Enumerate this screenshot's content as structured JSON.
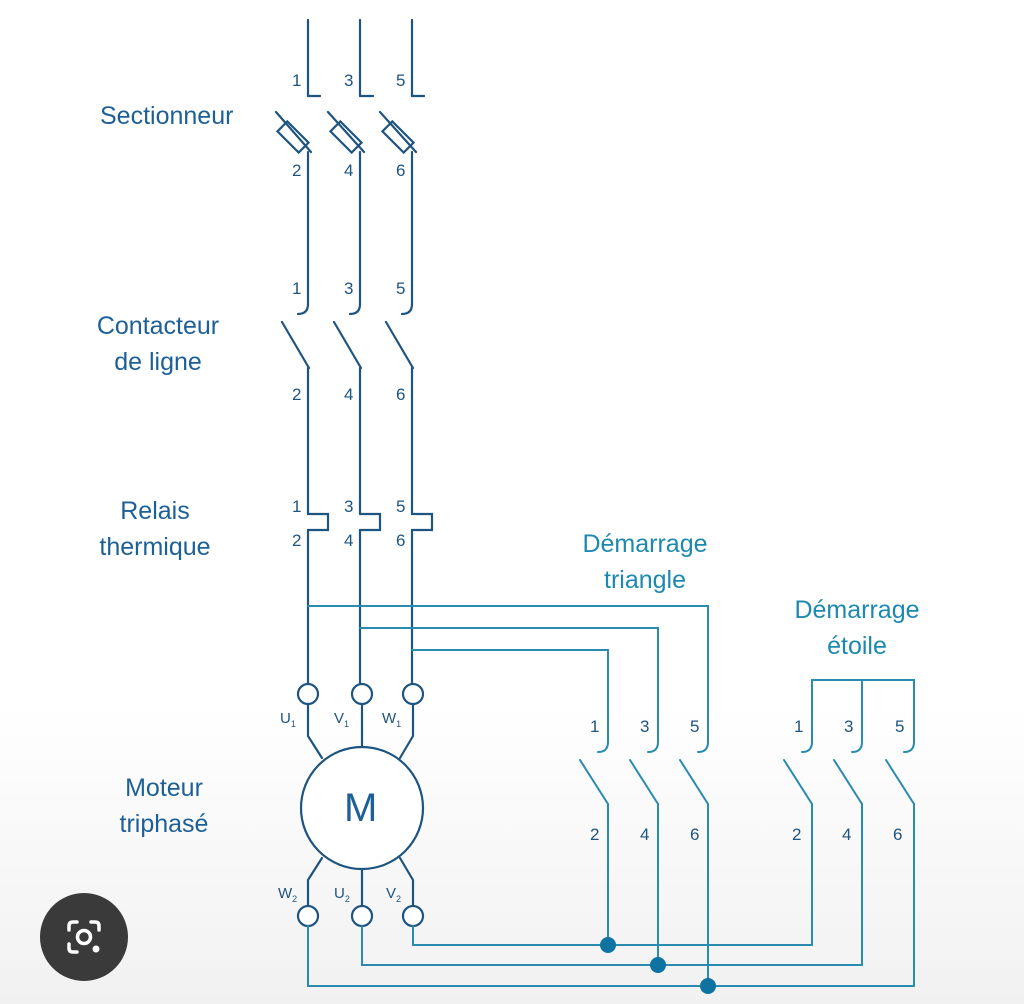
{
  "labels": {
    "sectionneur": "Sectionneur",
    "contacteur_l1": "Contacteur",
    "contacteur_l2": "de ligne",
    "relais_l1": "Relais",
    "relais_l2": "thermique",
    "moteur_l1": "Moteur",
    "moteur_l2": "triphasé",
    "triangle_l1": "Démarrage",
    "triangle_l2": "triangle",
    "etoile_l1": "Démarrage",
    "etoile_l2": "étoile"
  },
  "motor_letter": "M",
  "terminals": {
    "u": "U",
    "v": "V",
    "w": "W",
    "one": "1",
    "two": "2"
  },
  "terminal_numbers": {
    "sect_top": [
      "1",
      "3",
      "5"
    ],
    "sect_bottom": [
      "2",
      "4",
      "6"
    ],
    "cont_top": [
      "1",
      "3",
      "5"
    ],
    "cont_bottom": [
      "2",
      "4",
      "6"
    ],
    "relay_top": [
      "1",
      "3",
      "5"
    ],
    "relay_bottom": [
      "2",
      "4",
      "6"
    ],
    "tri_top": [
      "1",
      "3",
      "5"
    ],
    "tri_bottom": [
      "2",
      "4",
      "6"
    ],
    "star_top": [
      "1",
      "3",
      "5"
    ],
    "star_bottom": [
      "2",
      "4",
      "6"
    ]
  },
  "colors": {
    "main_line": "#1e5480",
    "wire": "#2a8bb0",
    "junction": "#0e73a0",
    "label": "#1d5f97"
  }
}
